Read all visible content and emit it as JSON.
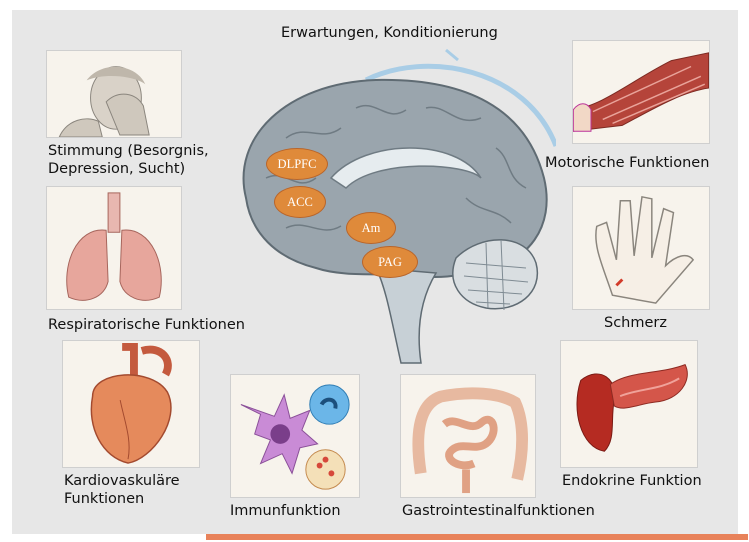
{
  "labels": {
    "top": "Erwartungen, Konditionierung",
    "mood": "Stimmung (Besorgnis,\nDepression, Sucht)",
    "motor": "Motorische Funktionen",
    "respiratory": "Respiratorische Funktionen",
    "pain": "Schmerz",
    "cardio": "Kardiovaskuläre\nFunktionen",
    "immune": "Immunfunktion",
    "gastro": "Gastrointestinalfunktionen",
    "endocrine": "Endokrine Funktion"
  },
  "regions": {
    "dlpfc": "DLPFC",
    "acc": "ACC",
    "am": "Am",
    "pag": "PAG"
  },
  "colors": {
    "panel": "#e7e7e7",
    "accent_bar": "#e8825a",
    "region_fill": "#df8a3a",
    "brain_gray": "#9aa5ad",
    "arc_blue": "#a9cde6"
  }
}
